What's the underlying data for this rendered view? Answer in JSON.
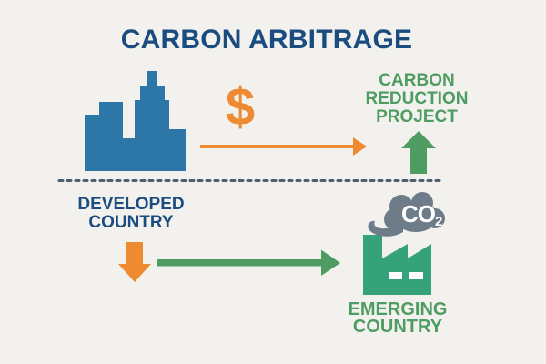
{
  "background": "#f2f1ee",
  "colors": {
    "navy": "#1a4c80",
    "orange": "#ee8a31",
    "green": "#4f9c63",
    "factory_green": "#36a27b",
    "skyline_blue": "#2c77a8",
    "cloud_gray": "#6e7c89",
    "divider_gray": "#4d5f6d",
    "white": "#ffffff"
  },
  "title": "CARBON ARBITRAGE",
  "labels": {
    "developed_country": {
      "line1": "DEVELOPED",
      "line2": "COUNTRY"
    },
    "carbon_reduction_project": {
      "line1": "CARBON",
      "line2": "REDUCTION",
      "line3": "PROJECT"
    },
    "emerging_country": {
      "line1": "EMERGING",
      "line2": "COUNTRY"
    }
  },
  "symbols": {
    "dollar": "$",
    "co2_main": "CO",
    "co2_sub": "2"
  },
  "icons": {
    "city_skyline": "city-skyline-icon",
    "dollar_sign": "dollar-sign-icon",
    "payment_arrow": "payment-right-arrow-icon",
    "carbon_reduction_arrow": "carbon-reduction-up-arrow-icon",
    "investment_arrow": "investment-down-arrow-icon",
    "project_flow_arrow": "project-flow-right-arrow-icon",
    "divider": "country-divider-dotted-line",
    "factory": "factory-icon",
    "co2_cloud": "co2-cloud-icon"
  }
}
